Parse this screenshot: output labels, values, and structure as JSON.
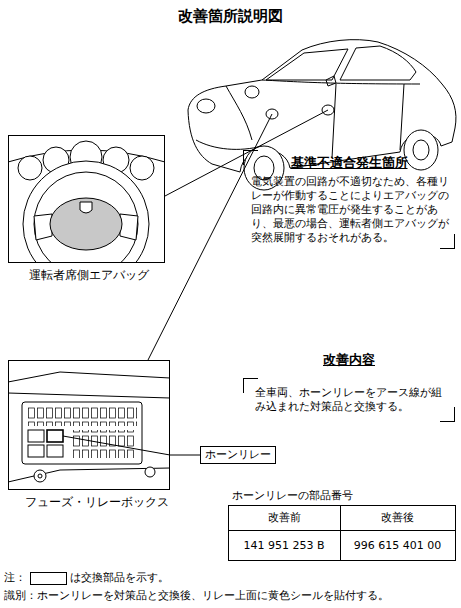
{
  "diagram": {
    "title": "改善箇所説明図",
    "nodes": [
      {
        "text": [
          "運転者席側エアバッグ"
        ]
      },
      {
        "text": [
          "基準不適合発生箇所",
          "電気装置の回路が不適切なため、各種リレーが作動することによりエアバッグの回路内に異常電圧が発生することがあり、最悪の場合、運転者側エアバッグが突然展開するおそれがある。"
        ]
      },
      {
        "text": [
          "改善内容",
          "全車両、ホーンリレーをアース線が組み込まれた対策品と交換する。"
        ]
      },
      {
        "text": [
          "フューズ・リレーボックス"
        ]
      },
      {
        "text": [
          "ホーンリレー"
        ]
      }
    ],
    "edges": [
      {
        "from": 3,
        "to": 4,
        "arrow": "none"
      }
    ],
    "labels": [
      "ホーンリレーの部品番号",
      "改善前",
      "改善後",
      "141 951 253 B",
      "996 615 401 00",
      "注：",
      "は交換部品を示す。",
      "識別：ホーンリレーを対策品と交換後、リレー上面に黄色シールを貼付する。"
    ]
  }
}
